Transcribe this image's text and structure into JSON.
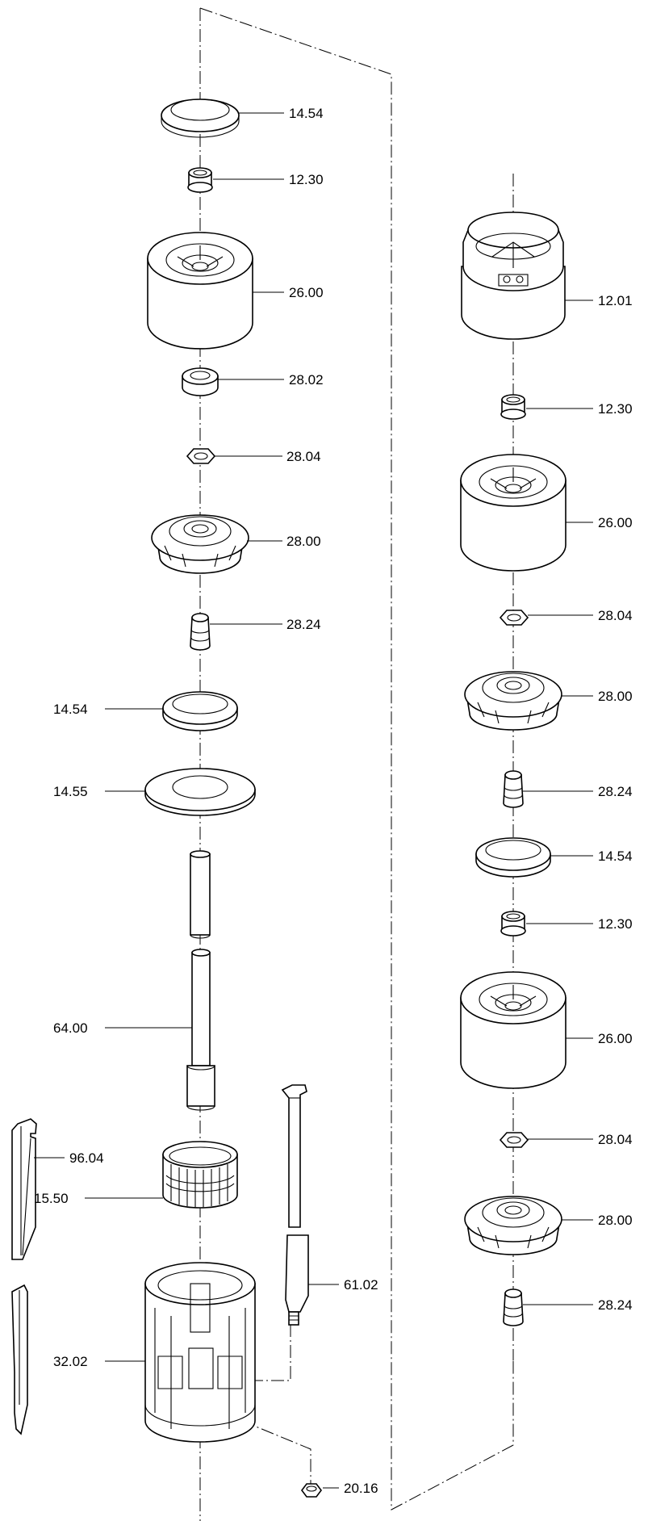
{
  "diagram": {
    "labels": {
      "l_14_54_top": "14.54",
      "l_12_30_top": "12.30",
      "l_26_00_a": "26.00",
      "l_28_02": "28.02",
      "l_28_04_a": "28.04",
      "l_28_00_a": "28.00",
      "l_28_24_a": "28.24",
      "l_14_54_mid": "14.54",
      "l_14_55": "14.55",
      "l_64_00": "64.00",
      "l_96_04": "96.04",
      "l_15_50": "15.50",
      "l_61_02": "61.02",
      "l_32_02": "32.02",
      "l_20_16": "20.16",
      "r_12_01": "12.01",
      "r_12_30_a": "12.30",
      "r_26_00_a": "26.00",
      "r_28_04_a": "28.04",
      "r_28_00_a": "28.00",
      "r_28_24_a": "28.24",
      "r_14_54": "14.54",
      "r_12_30_b": "12.30",
      "r_26_00_b": "26.00",
      "r_28_04_b": "28.04",
      "r_28_00_b": "28.00",
      "r_28_24_b": "28.24"
    }
  }
}
